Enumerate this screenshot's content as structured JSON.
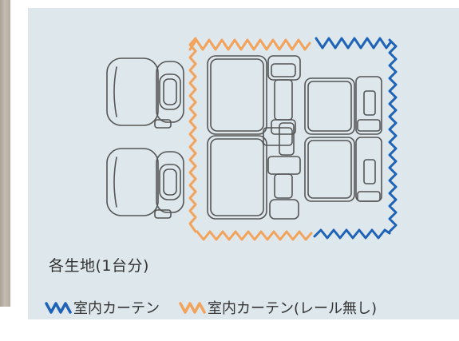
{
  "caption": "各生地(1台分)",
  "legend": [
    {
      "label": "室内カーテン",
      "icon": "zigzag-blue-icon",
      "color": "#1f63b8"
    },
    {
      "label": "室内カーテン(レール無し)",
      "icon": "zigzag-orange-icon",
      "color": "#f2a35c"
    }
  ],
  "colors": {
    "panel": "#dde7ec",
    "seat_outline": "#555555",
    "blue_curtain": "#1f63b8",
    "orange_curtain": "#f2a35c"
  }
}
